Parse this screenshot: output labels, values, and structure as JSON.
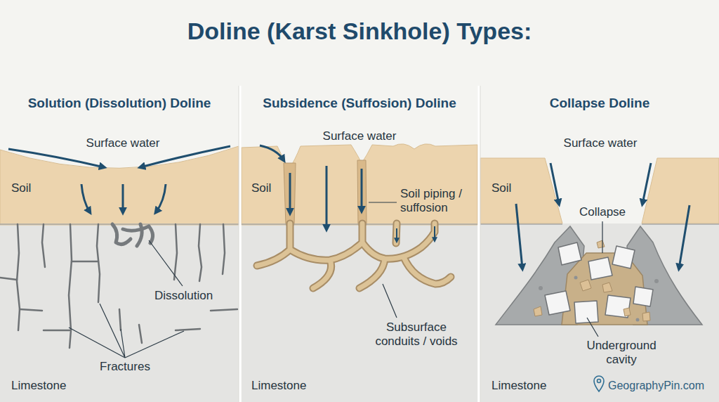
{
  "diagram": {
    "title": "Doline (Karst Sinkhole) Types:",
    "nodes": [
      {
        "text": [
          "Solution (Dissolution) Doline"
        ]
      },
      {
        "text": [
          "Subsidence (Suffosion) Doline"
        ]
      },
      {
        "text": [
          "Collapse Doline"
        ]
      }
    ],
    "labels": [
      "Surface water",
      "Soil",
      "Dissolution",
      "Fractures",
      "Limestone",
      "Surface water",
      "Soil",
      "Soil piping / suffosion",
      "Subsurface conduits / voids",
      "Limestone",
      "Surface water",
      "Soil",
      "Collapse",
      "Underground cavity",
      "Limestone",
      "GeographyPin.com"
    ]
  }
}
